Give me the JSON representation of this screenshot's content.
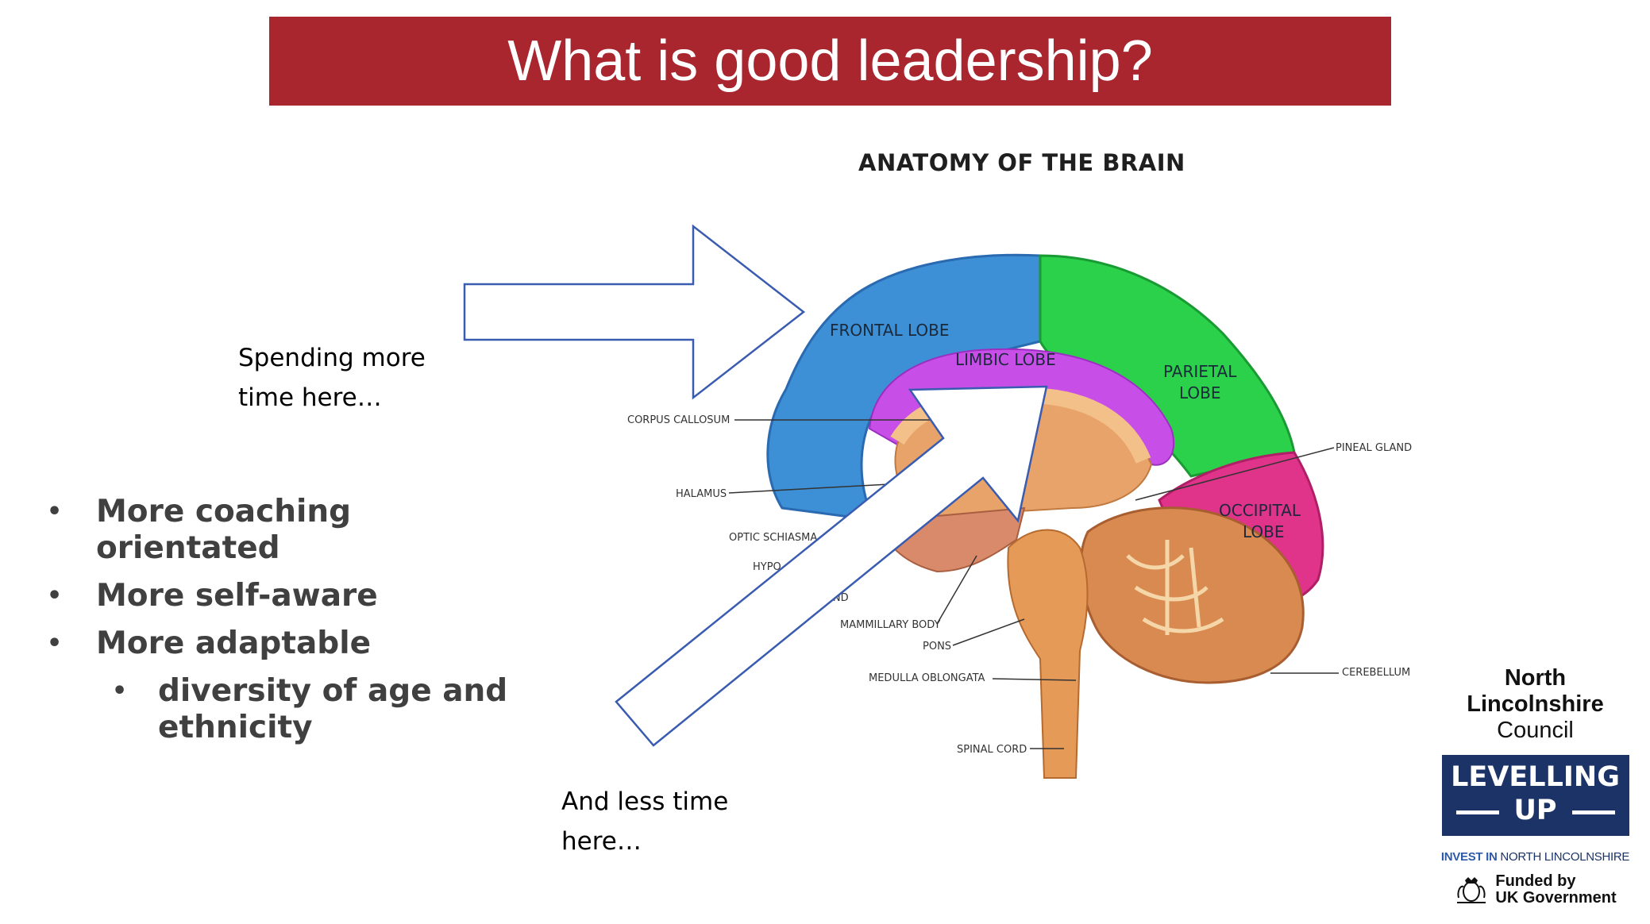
{
  "slide": {
    "title": "What is good leadership?",
    "brain_title": "ANATOMY OF THE BRAIN",
    "note_top": [
      "Spending more",
      "time here…"
    ],
    "note_bottom": [
      "And less time",
      "here…"
    ],
    "bullets": [
      {
        "text_lines": [
          "More coaching",
          "orientated"
        ],
        "level": 1
      },
      {
        "text_lines": [
          "More self-aware"
        ],
        "level": 1
      },
      {
        "text_lines": [
          "More adaptable"
        ],
        "level": 1
      },
      {
        "text_lines": [
          "diversity of age and",
          "ethnicity"
        ],
        "level": 2
      }
    ],
    "bullet_symbol": "•"
  },
  "brain": {
    "lobes": {
      "frontal": "FRONTAL LOBE",
      "limbic": "LIMBIC LOBE",
      "parietal": [
        "PARIETAL",
        "LOBE"
      ],
      "occipital": [
        "OCCIPITAL",
        "LOBE"
      ]
    },
    "labels": {
      "corpus": "CORPUS CALLOSUM",
      "thalamus": "HALAMUS",
      "optic": "OPTIC SCHIASMA",
      "hypo": "HYPO",
      "gland": "AND",
      "mammillary": "MAMMILLARY BODY",
      "pons": "PONS",
      "medulla": "MEDULLA OBLONGATA",
      "spinal": "SPINAL CORD",
      "pineal": "PINEAL GLAND",
      "cerebellum": "CEREBELLUM"
    },
    "colors": {
      "frontal": "#3d8fd6",
      "parietal": "#2bd14a",
      "limbic": "#c84ee8",
      "occipital": "#e0338a",
      "core": "#e8a36a",
      "cerebellum": "#d98a50",
      "stem": "#e69a58"
    }
  },
  "arrows": {
    "outline_color": "#3a5cb0"
  },
  "logo": {
    "line1": "North",
    "line2": "Lincolnshire",
    "line3": "Council",
    "levelling_1": "LEVELLING",
    "levelling_2": "UP",
    "invest_1": "INVEST IN",
    "invest_2": "NORTH LINCOLNSHIRE",
    "funded_1": "Funded by",
    "funded_2": "UK Government"
  },
  "colors": {
    "title_bar": "#a9262f",
    "logo_navy": "#1c3367"
  }
}
